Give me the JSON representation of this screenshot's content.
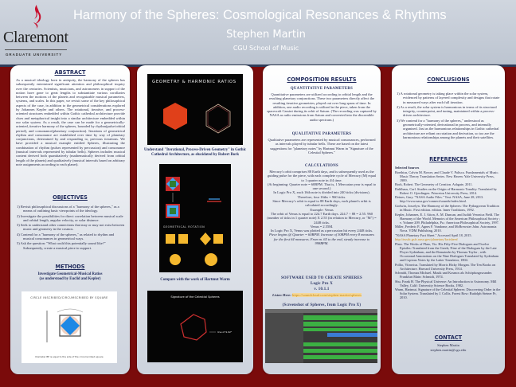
{
  "header": {
    "title": "Harmony of the Spheres: Cosmological Resonances & Rhythms",
    "author": "Stephen Martin",
    "affiliation": "CGU School of Music",
    "logo_name": "Claremont",
    "logo_sub": "GRADUATE UNIVERSITY"
  },
  "abstract": {
    "heading": "ABSTRACT",
    "text": "As a musical ideology born in antiquity, the harmony of the spheres has subsequently entertained significant attention and philosophical inquiry over the centuries. Scientists, musicians, and astronomers in support of the notion have gone to great lengths to substantiate various corollaries between the motions of the planets and recognizable musical parameters, systems, and scales. In this paper, we revisit some of the key philosophical aspects of the case, in addition to the geometrical considerations explored by Johannes Kepler and others. The rotational, iterative, and process-oriented structures embedded within Gothic cathedral architecture provide clues and metaphorical insight into a similar architecture embedded within our solar system. As a result, the case can be made for a geometrically-oriented, iterative harmony of the spheres, bounded by rhythm(pulse/orbital period), and consonance(planetary conjunction). Iterations of geometrical rhythm and consonance are established over time by way of planetary conjunctions, determined by and responding to, previous iterations. We have provided a musical example entitled Spheres, illustrating the combination of rhythm (pulses represented by percussion) and consonance (musical intervals represented by tubular bells). Spheres includes musical content derived both quantitatively (mathematically derived from orbital length of the planets) and qualitatively (musical intervals based on arbitrary note assignments according to each planet)."
  },
  "objectives": {
    "heading": "OBJECTIVES",
    "items": [
      "1)  Revisit philosophical discussions of a \"harmony of the spheres,\" as a means of outlining basic viewpoints of the ideology.",
      "2)  Investigate the possibilities for direct correlation between musical scale and orbital length, angular velocity, or solar distance.",
      "3)  Seek to understand other connections that may or may not exist between music and geometry in the cosmos.",
      "4)  Contend for a \"harmony of the spheres,\" as related to rhythm and musical consonances in geometrical ways.",
      "5)  Ask the question: \"What could this potentially sound like?\" Subsequently, create a musical piece to support."
    ]
  },
  "methods": {
    "heading": "METHODS",
    "subtitle": "Investigate Geometrical-Musical Ratios",
    "subtitle2": "(as understood by Euclid and Kepler)",
    "figure_title": "CIRCLE INSCRIBED/CIRCUMSCRIBED BY SQUARE",
    "figure_caption": "Diameter BE is equal to the side of the circumscribed square"
  },
  "middle": {
    "fig1_title": "GEOMETRY & HARMONIC RATIOS",
    "caption1": "Understand \"Iterational, Process-Driven Geometry\" in Gothic Cathedral Architecture, as elucidated by Robert Bork",
    "fig2_title": "GEOMETRICAL ROTATION",
    "caption2": "Compare with the work of Hartmut Warm",
    "fig3_title": "Signature of the Celestial Spheres",
    "fig3_note": "line of 9.92°"
  },
  "results": {
    "heading": "COMPOSITION RESULTS",
    "quant_heading": "QUANTITATIVE PARAMETERS",
    "quant_text": "Quantitative parameters are utilized according to orbital length and the resulting planetary conjunctions. These two parameters directly affect the resulting iterative geometries, played out over long spans of time. In addition, one audio recording is utilized in the piece, taken from the spacecraft Cassini during its orbit of Saturn. (The recording was captured by NASA as radio emissions from Saturn and converted into the discernible audio spectrum.)",
    "qual_heading": "QUALITATIVE PARAMETERS",
    "qual_text": "Qualitative parameters are represented by musical consonances, performed as intervals played by tubular bells. These are based on the latest suggestions for \"planetary notes\" by Hartmut Warm in \"Signature of the Celestial Spheres.\"",
    "calc_heading": "CALCULATIONS",
    "calc": [
      "Mercury's orbit comprises 88 Earth days, and is subsequently used as the guiding pulse for the piece, with each complete cycle of Mercury (M) equal to 1 quarter note in 4/4 time.",
      "(At beginning: Quarter note = 60BPM. That is, 1 Mercurian year is equal to one second.)",
      "In Logic Pro X, each 16th note is divided into 240 ticks (divisions). Therefore, four 16ths = 960 ticks.",
      "Since Mercury's orbit is equal to 88 Earth days, each planet's orbit is calculated accordingly.",
      "Example: Venus",
      "The orbit of Venus is equal to 224.7 Earth days. 224.7 ÷ 88 = 2.55. 960 (number of ticks in 1 quarter note) X 2.55 (in relation to Mercury, or \"M\") = 2448 ticks.",
      "Venus = 2.55M.",
      "In Logic Pro X, Venus was plotted as a percussion hit every 2448 ticks.",
      "Piece begins @ Quarter = 60BPM. Increase of 30BPM every 8 measures for the first 64 measures. From m. 65 to the end, steady increase to 998BPM."
    ],
    "software_heading": "SOFTWARE USED TO CREATE SPHERES",
    "software": "Logic Pro X",
    "version": "v. 10.1.1",
    "listen_label": "Listen Here:",
    "listen_url": "https://soundcloud.com/stephen-martin/spheres",
    "screenshot_caption": "(Screenshot of Spheres, from Logic Pro X)"
  },
  "conclusions": {
    "heading": "CONCLUSIONS",
    "items": [
      "1)  A rotational geometry is taking place within the solar system, evidenced by patterns of layered complexity and designs that rotate in measured ways after each full iteration.",
      "2)  As a result, the solar system is harmonious in terms of its structural integrity, counterpoint, and tuning, maintained within a process-driven architecture.",
      "3)  We contend for a \"harmony of the spheres,\" understood as geometrically-oriented, derivational in process, and internally organized. Just as the harmonious relationships in Gothic cathedral architecture are reliant on rotation and derivation, so too are the harmonious relationships among the planets and their satellites."
    ]
  },
  "references": {
    "heading": "REFERENCES",
    "sub": "Selected Sources",
    "items": [
      "Boethius, Calvin M. Bower, and Claude V. Palisca. Fundamentals of Music. Music Theory Translation Series. New Haven: Yale University Press, 1989.",
      "Bork, Robert. The Geometry of Creation. Ashgate, 2011.",
      "Dahlhaus, Carl. Studies on the Origin of Harmonic Tonality. Translated by Robert O. Gjerdingen. Princeton University Press, 2014.",
      "Deines, Gary. \"NASA Audio Files.\" Text. NASA, June 28, 2013. http://www.nasa.gov/connect/sounds/index.html.",
      "Godwin, Joscelyn. The Harmony of the Spheres: The Pythagorean Tradition in Music. First edition. edition. Inner Traditions, 1992.",
      "Kepler, Johannes, E. J. Aiton, A. M. Duncan, and Judith Veronica Field. The Harmony of the World. Memoirs of the American Philosophical Society ; v. Volume 209. Philadelphia, Pa.: American Philosophical Society, 1997.",
      "Miller, Frederic P., Agnes F. Vandome, and McBrewster John. Astronomia Nova. VDM Publishing, 2010.",
      "\"NASA Planetary Fact Sheet.\" Accessed April 18, 2015.",
      "Plato. The Works of Plato, Viz. His Fifty-Five Dialogues and Twelve Epistles: Translated from the Greek; Nine of the Dialogues by the Late Floyer Sydenham, and the Remainder by Thomas Taylor ; with Occasional Annotations on the Nine Dialogues Translated by Sydenham and Copious Notes by the Latter Translator, 1804.",
      "Pollio, Vitruvius. Translated by Morris Hicky Morgan. The Ten Books on Architecture. Harvard University Press, 1914.",
      "Schmidt, Thomas Michael. Musik und Kosmos als Schöpfungswunder. Frankfurt Main: Schmidt, 1974.",
      "Shu, Frank H. The Physical Universe: An Introduction to Astronomy. Mill Valley, Calif: University Science Books, 1982.",
      "Warm, Hartmut. Signature of the Celestial Spheres: Discovering Order in the Solar System. Translated by J. Collis. Forest Row: Rudolph Steiner Pr, 2010."
    ],
    "fact_sheet_url": "http://nssdc.gsfc.nasa.gov/planetary/factsheet/"
  },
  "contact": {
    "heading": "CONTACT",
    "name": "Stephen Martin",
    "email": "stephen.martin@cgu.edu"
  },
  "colors": {
    "maroon": "#7a0b0b",
    "navy": "#1f2a5c",
    "link": "#c88a10"
  }
}
